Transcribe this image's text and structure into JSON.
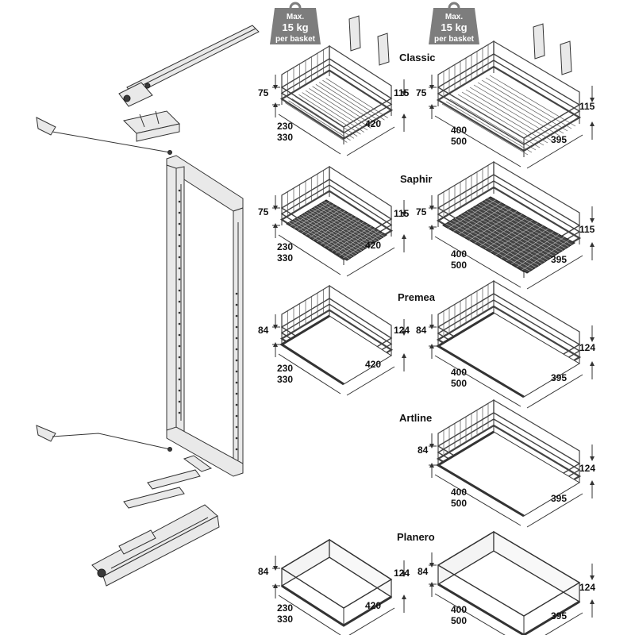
{
  "weight_badges": [
    {
      "line1": "Max.",
      "line2": "15 kg",
      "line3": "per basket"
    },
    {
      "line1": "Max.",
      "line2": "15 kg",
      "line3": "per basket"
    }
  ],
  "series": [
    {
      "name": "Classic",
      "small": {
        "height": "75",
        "height2": "115",
        "width1": "230",
        "width2": "330",
        "depth": "420"
      },
      "large": {
        "height": "75",
        "height2": "115",
        "width1": "400",
        "width2": "500",
        "depth": "395"
      }
    },
    {
      "name": "Saphir",
      "small": {
        "height": "75",
        "height2": "115",
        "width1": "230",
        "width2": "330",
        "depth": "420"
      },
      "large": {
        "height": "75",
        "height2": "115",
        "width1": "400",
        "width2": "500",
        "depth": "395"
      }
    },
    {
      "name": "Premea",
      "small": {
        "height": "84",
        "height2": "124",
        "width1": "230",
        "width2": "330",
        "depth": "420"
      },
      "large": {
        "height": "84",
        "height2": "124",
        "width1": "400",
        "width2": "500",
        "depth": "395"
      }
    },
    {
      "name": "Artline",
      "large": {
        "height": "84",
        "height2": "124",
        "width1": "400",
        "width2": "500",
        "depth": "395"
      }
    },
    {
      "name": "Planero",
      "small": {
        "height": "84",
        "height2": "124",
        "width1": "230",
        "width2": "330",
        "depth": "420"
      },
      "large": {
        "height": "84",
        "height2": "124",
        "width1": "400",
        "width2": "500",
        "depth": "395"
      }
    }
  ]
}
